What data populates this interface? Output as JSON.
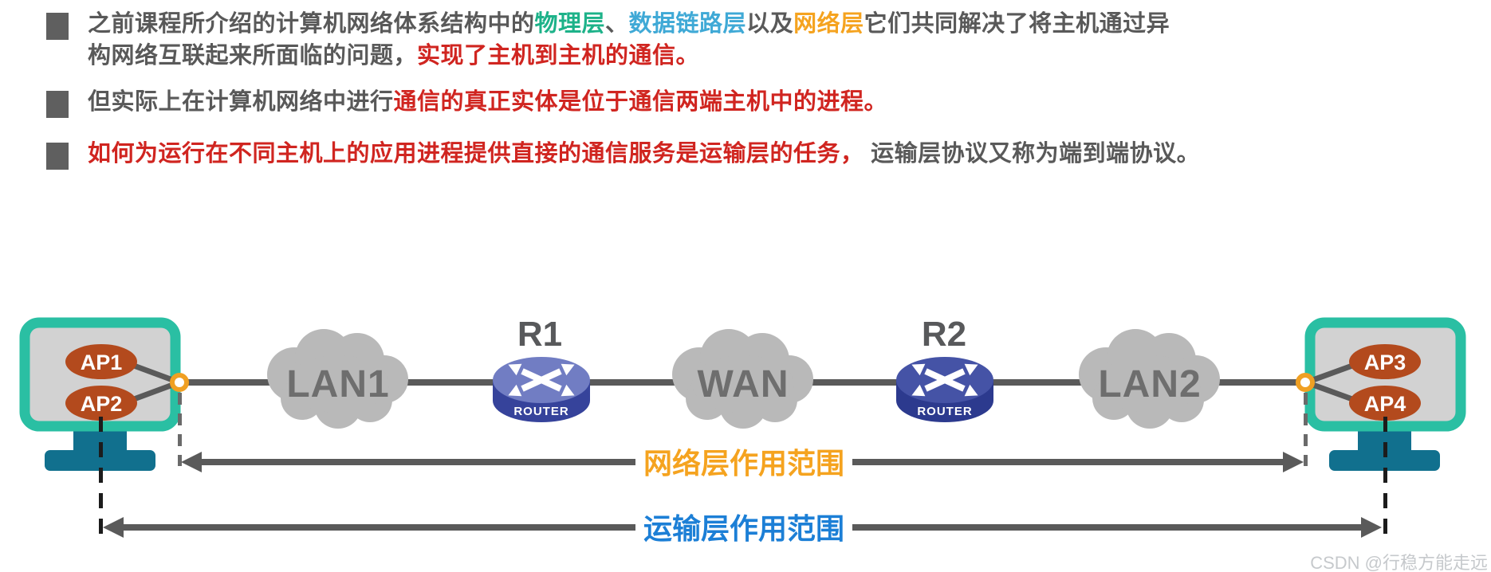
{
  "bullets": [
    {
      "segments": [
        {
          "text": "之前课程所介绍的计算机网络体系结构中的",
          "color": "#595959"
        },
        {
          "text": "物理层",
          "color": "#1db289"
        },
        {
          "text": "、",
          "color": "#595959"
        },
        {
          "text": "数据链路层",
          "color": "#3fa9d6"
        },
        {
          "text": "以及",
          "color": "#595959"
        },
        {
          "text": "网络层",
          "color": "#f5a31f"
        },
        {
          "text": "它们共同解决了将主机通过异构网络互联起来所面临的问题，",
          "color": "#595959"
        },
        {
          "text": "实现了主机到主机的通信。",
          "color": "#d02520"
        }
      ]
    },
    {
      "segments": [
        {
          "text": "但实际上在计算机网络中进行",
          "color": "#595959"
        },
        {
          "text": "通信的真正实体是位于通信两端主机中的进程。",
          "color": "#d02520"
        }
      ]
    },
    {
      "segments": [
        {
          "text": "如何为运行在不同主机上的应用进程提供直接的通信服务是运输层的任务，",
          "color": "#d02520"
        },
        {
          "text": "运输层协议又称为端到端协议。",
          "color": "#595959"
        }
      ]
    }
  ],
  "diagram": {
    "processes": [
      {
        "label": "AP1"
      },
      {
        "label": "AP2"
      },
      {
        "label": "AP3"
      },
      {
        "label": "AP4"
      }
    ],
    "clouds": [
      {
        "label": "LAN1"
      },
      {
        "label": "WAN"
      },
      {
        "label": "LAN2"
      }
    ],
    "routers": [
      {
        "label": "R1",
        "caption": "ROUTER"
      },
      {
        "label": "R2",
        "caption": "ROUTER"
      }
    ],
    "spans": [
      {
        "label": "网络层作用范围",
        "color": "#f5a31f"
      },
      {
        "label": "运输层作用范围",
        "color": "#1c7fd6"
      }
    ]
  },
  "watermark": {
    "text": "CSDN @行稳方能走远"
  },
  "palette": {
    "body_gray": "#595959",
    "physical_green": "#1db289",
    "datalink_blue": "#3fa9d6",
    "network_orange": "#f5a31f",
    "emphasis_red": "#d02520",
    "transport_blue": "#1c7fd6",
    "line_gray": "#5a5a5a",
    "cloud_gray": "#b9b9b9",
    "monitor_teal": "#2abfa3",
    "screen_gray": "#d2d2d2",
    "process_ellipse": "#b34a1d",
    "stand_teal": "#11708e",
    "socket_ring_orange": "#f0a023",
    "router1_top": "#717dc3",
    "router1_body": "#36439b",
    "router2_top": "#4553a6",
    "router2_body": "#2c3a8e",
    "watermark_gray": "#c6c9cc"
  }
}
